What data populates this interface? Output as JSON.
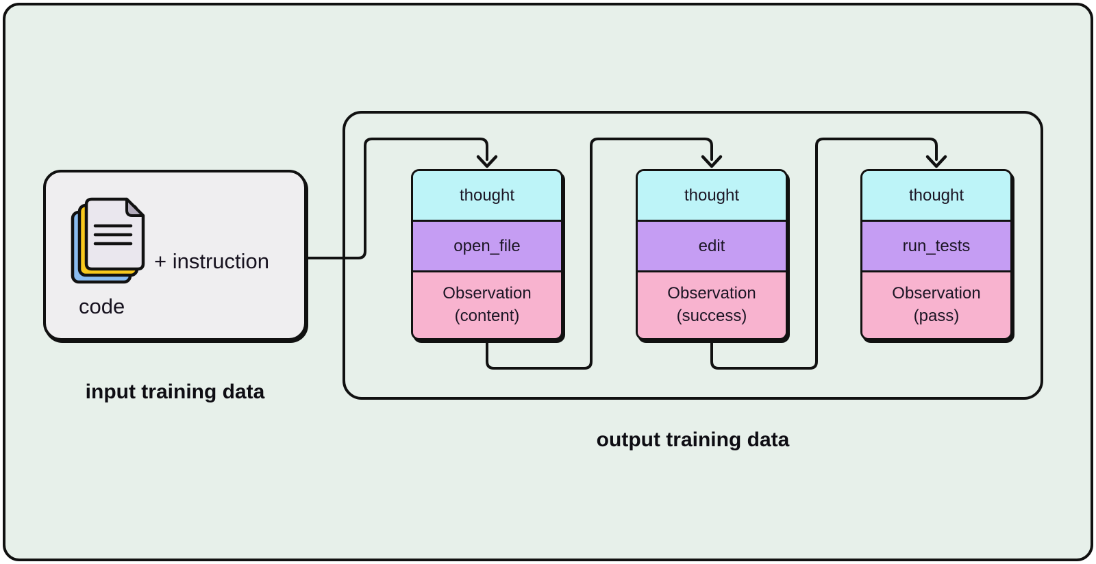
{
  "diagram": {
    "input": {
      "icon": "documents-stack-icon",
      "instruction_label": "+ instruction",
      "code_label": "code",
      "caption": "input training data"
    },
    "output": {
      "caption": "output training data",
      "steps": [
        {
          "thought": "thought",
          "action": "open_file",
          "observation_line1": "Observation",
          "observation_line2": "(content)"
        },
        {
          "thought": "thought",
          "action": "edit",
          "observation_line1": "Observation",
          "observation_line2": "(success)"
        },
        {
          "thought": "thought",
          "action": "run_tests",
          "observation_line1": "Observation",
          "observation_line2": "(pass)"
        }
      ]
    },
    "colors": {
      "canvas_background": "#e7f0ea",
      "stroke": "#111111",
      "input_box": "#efeef0",
      "thought_row": "#bdf4f8",
      "action_row": "#c59df3",
      "observation_row": "#f8b3cf",
      "doc_icon_back_page": "#8abcf0",
      "doc_icon_middle_page": "#f8c81c",
      "doc_icon_front_page": "#eae7ee",
      "doc_icon_fold": "#b2abbb"
    }
  }
}
